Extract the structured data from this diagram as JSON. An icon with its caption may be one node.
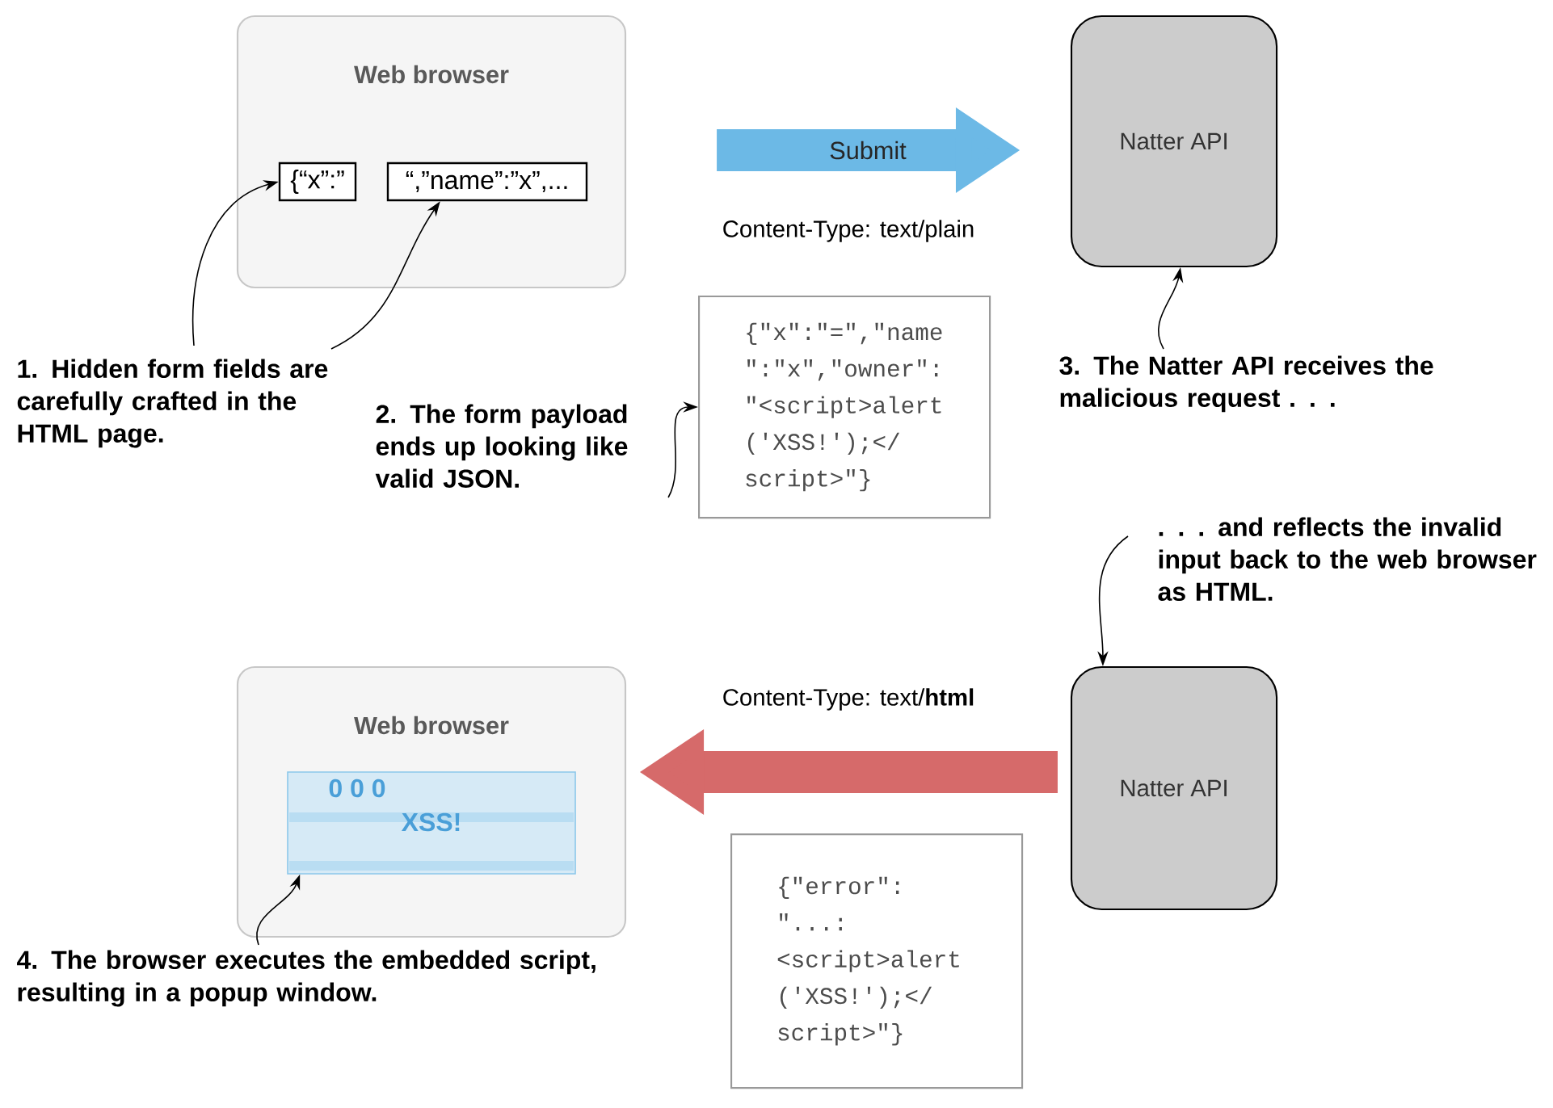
{
  "diagram": {
    "nodes": [
      {
        "text": [
          "Web browser"
        ]
      },
      {
        "text": [
          "{“x”:”"
        ],
        "in": 0
      },
      {
        "text": [
          "“,”name”:”x”,..."
        ],
        "in": 0
      },
      {
        "text": [
          "Natter API"
        ]
      },
      {
        "text": [
          "1. Hidden form fields are carefully crafted in the HTML page."
        ]
      },
      {
        "text": [
          "{\"x\":\"=\",\"name \":\"x\",\"owner\": \"<script>alert ('XSS!');</ script>\"}"
        ]
      },
      {
        "text": [
          "2. The form payload ends up looking like valid JSON."
        ]
      },
      {
        "text": [
          "3. The Natter API receives the malicious request . . ."
        ]
      },
      {
        "text": [
          ". . . and reflects the invalid input back to the web browser as HTML."
        ]
      },
      {
        "text": [
          "Web browser"
        ]
      },
      {
        "text": [
          "0 0 0",
          "XSS!"
        ],
        "in": 9
      },
      {
        "text": [
          "Natter API"
        ]
      },
      {
        "text": [
          "{\"error\": \"...: <script>alert ('XSS!');</ script>\"}"
        ]
      },
      {
        "text": [
          "4. The browser executes the embedded script, resulting in a popup window."
        ]
      }
    ],
    "edges": [
      {
        "from": 0,
        "to": 3,
        "arrow": "to",
        "label": "Submit",
        "style": "thick",
        "color": "#6cb9e6"
      },
      {
        "from": 11,
        "to": 9,
        "arrow": "to",
        "style": "thick",
        "color": "#d66a6a"
      },
      {
        "from": 4,
        "to": 1,
        "arrow": "to"
      },
      {
        "from": 4,
        "to": 2,
        "arrow": "to"
      },
      {
        "from": 6,
        "to": 5,
        "arrow": "to"
      },
      {
        "from": 7,
        "to": 3,
        "arrow": "to"
      },
      {
        "from": 8,
        "to": 11,
        "arrow": "to"
      },
      {
        "from": 13,
        "to": 10,
        "arrow": "to"
      }
    ],
    "labels": [
      "Content-Type: text/plain",
      "Content-Type: text/**html**"
    ]
  }
}
